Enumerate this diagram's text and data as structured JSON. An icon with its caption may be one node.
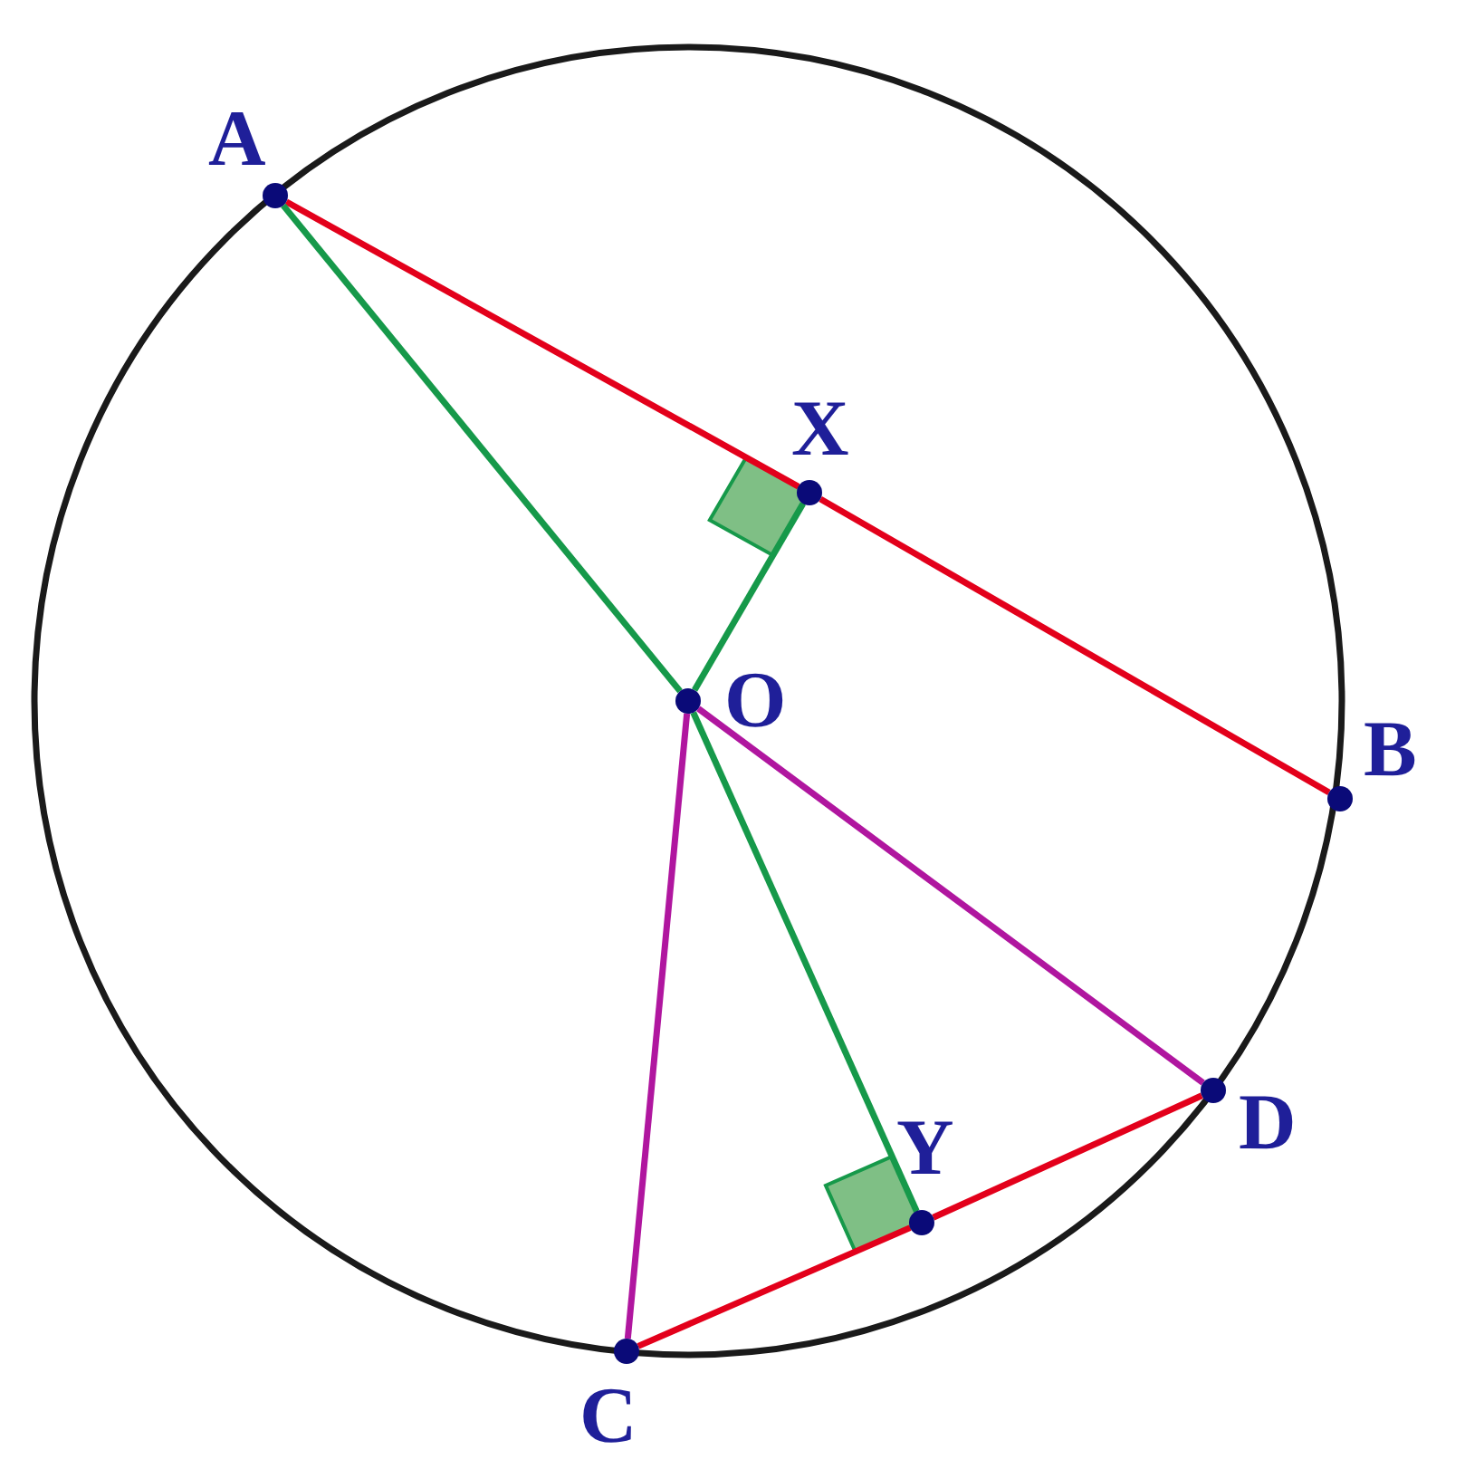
{
  "diagram": {
    "nodes": [
      {
        "text": [],
        "shape": "circle",
        "beside": [
          "A"
        ]
      },
      {
        "text": [],
        "shape": "circle",
        "beside": [
          "X"
        ]
      },
      {
        "text": [],
        "shape": "circle",
        "beside": [
          "O"
        ]
      },
      {
        "text": [],
        "shape": "circle",
        "beside": [
          "B"
        ]
      },
      {
        "text": [],
        "shape": "circle",
        "beside": [
          "D"
        ]
      },
      {
        "text": [],
        "shape": "circle",
        "beside": [
          "Y"
        ]
      },
      {
        "text": [],
        "shape": "circle",
        "beside": [
          "C"
        ]
      }
    ],
    "edges": [
      {
        "from": 0,
        "to": 1,
        "arrow": "none"
      },
      {
        "from": 1,
        "to": 3,
        "arrow": "none"
      },
      {
        "from": 0,
        "to": 2,
        "arrow": "none",
        "color": "#16994a"
      },
      {
        "from": 2,
        "to": 1,
        "arrow": "none",
        "color": "#16994a"
      },
      {
        "from": 2,
        "to": 5,
        "arrow": "none",
        "color": "#16994a"
      },
      {
        "from": 2,
        "to": 4,
        "arrow": "none",
        "color": "#b0169f"
      },
      {
        "from": 2,
        "to": 6,
        "arrow": "none",
        "color": "#b0169f"
      },
      {
        "from": 6,
        "to": 5,
        "arrow": "none"
      },
      {
        "from": 5,
        "to": 4,
        "arrow": "none"
      }
    ]
  }
}
